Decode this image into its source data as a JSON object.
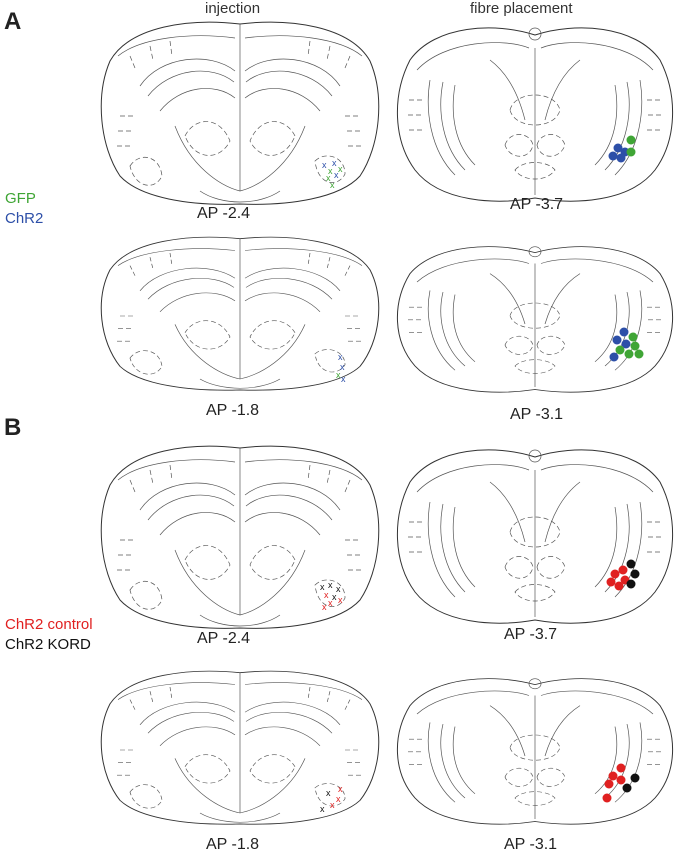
{
  "panels": {
    "a": "A",
    "b": "B"
  },
  "columns": {
    "left": "injection",
    "right": "fibre placement"
  },
  "legend_a": {
    "gfp": "GFP",
    "chr2": "ChR2",
    "gfp_color": "#3fa535",
    "chr2_color": "#2d4fa8"
  },
  "legend_b": {
    "control": "ChR2 control",
    "kord": "ChR2 KORD",
    "control_color": "#e02020",
    "kord_color": "#111111"
  },
  "sections": {
    "a_inj_1": "AP -2.4",
    "a_fib_1": "AP -3.7",
    "a_inj_2": "AP -1.8",
    "a_fib_2": "AP -3.1",
    "b_inj_1": "AP -2.4",
    "b_fib_1": "AP -3.7",
    "b_inj_2": "AP -1.8",
    "b_fib_2": "AP -3.1"
  }
}
